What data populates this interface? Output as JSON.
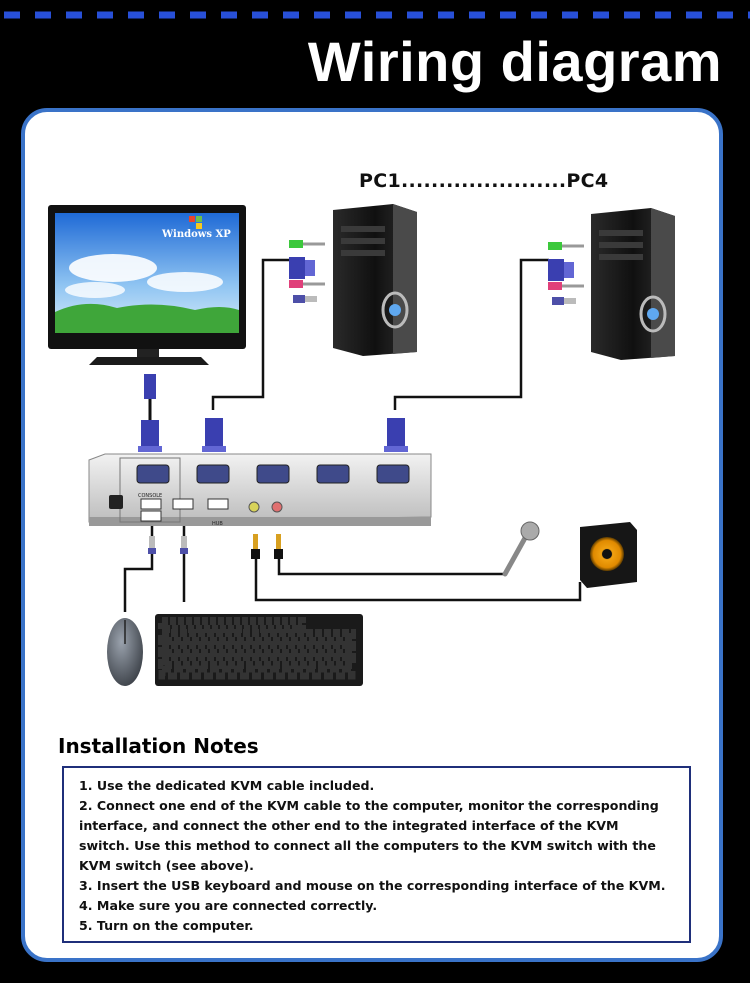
{
  "title": "Wiring diagram",
  "diagram": {
    "pc_range_label": "PC1......................PC4",
    "monitor_brand": "Windows XP",
    "port_labels": {
      "console": "CONSOLE",
      "hub": "HUB"
    }
  },
  "notes": {
    "heading": "Installation Notes",
    "items": [
      "1. Use the dedicated KVM cable included.",
      "2. Connect one end of the KVM cable to the computer, monitor the corresponding interface, and connect the other end to the integrated interface of the KVM switch. Use this method to connect all the computers to the KVM switch with the KVM switch (see above).",
      "3. Insert the USB keyboard and mouse on the corresponding interface of the KVM.",
      "4. Make sure you are connected correctly.",
      "5. Turn on the computer."
    ]
  },
  "colors": {
    "background": "#000000",
    "panel_border": "#3a73c8",
    "dash": "#2850d8",
    "notes_border": "#1f2f7a",
    "vga_connector": "#3a3fb0",
    "audio_green": "#3cc83c",
    "audio_pink": "#e0407a"
  }
}
